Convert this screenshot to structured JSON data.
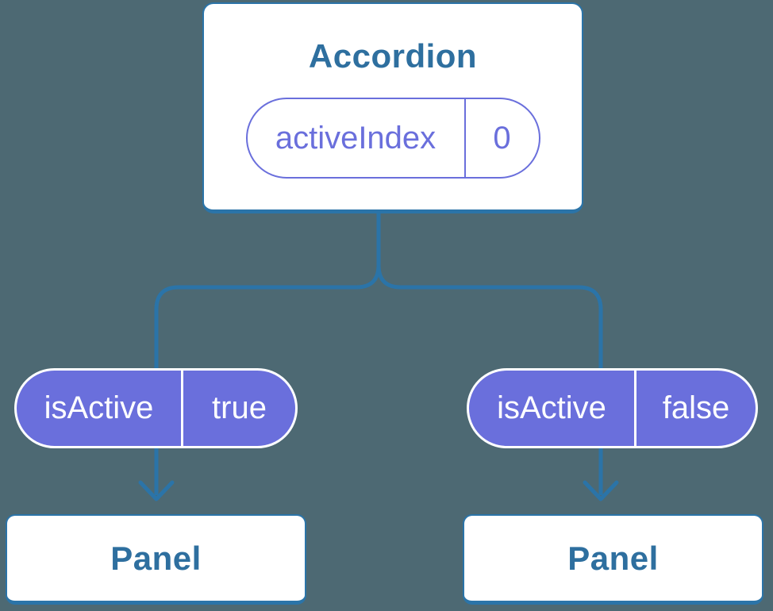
{
  "diagram": {
    "type": "component-tree",
    "colors": {
      "background": "#4d6973",
      "connector_blue": "#2b74a8",
      "card_text_blue": "#2e6f9f",
      "prop_purple": "#6a6fdc",
      "card_fill": "#ffffff",
      "pill_text_white": "#ffffff"
    },
    "root": {
      "title": "Accordion",
      "state": {
        "name": "activeIndex",
        "value": "0"
      }
    },
    "props": [
      {
        "name": "isActive",
        "value": "true"
      },
      {
        "name": "isActive",
        "value": "false"
      }
    ],
    "children": [
      {
        "title": "Panel"
      },
      {
        "title": "Panel"
      }
    ]
  }
}
